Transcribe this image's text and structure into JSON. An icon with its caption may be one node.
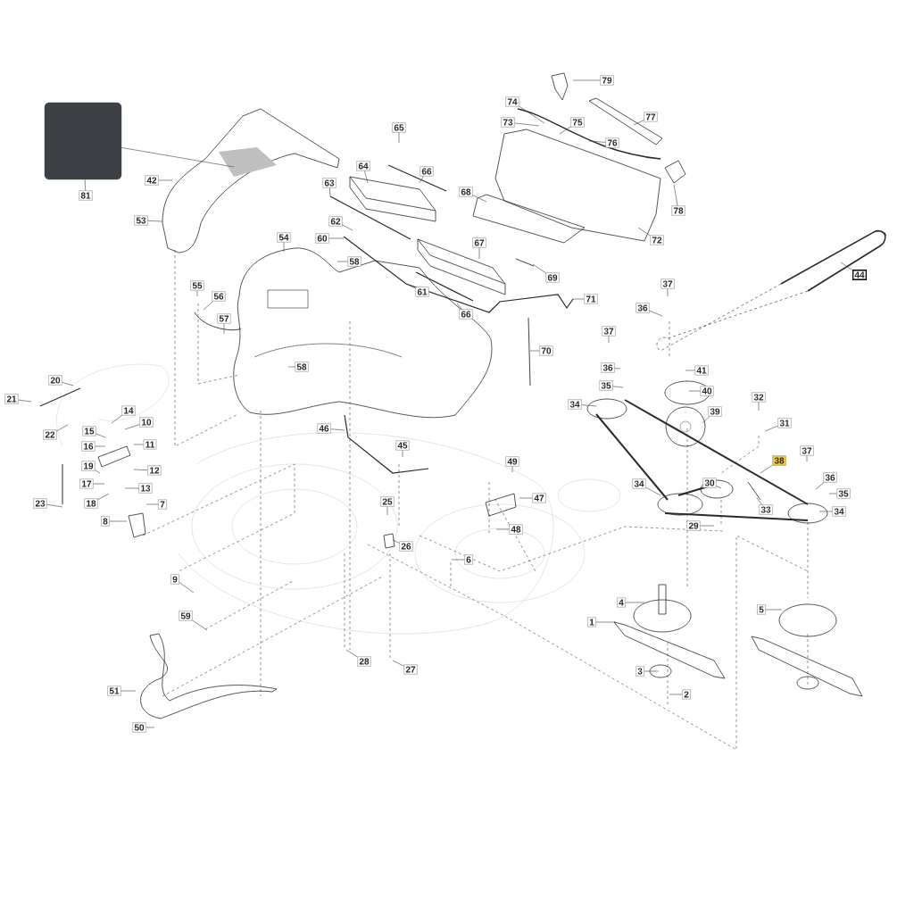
{
  "diagram": {
    "nodes": [
      {
        "text": [],
        "shape": "box"
      },
      {
        "text": [
          "79"
        ]
      },
      {
        "text": [
          "74"
        ]
      },
      {
        "text": [
          "73"
        ]
      },
      {
        "text": [
          "75"
        ]
      },
      {
        "text": [
          "77"
        ]
      },
      {
        "text": [
          "76"
        ]
      },
      {
        "text": [
          "65"
        ]
      },
      {
        "text": [
          "42"
        ]
      },
      {
        "text": [
          "81"
        ]
      },
      {
        "text": [
          "64"
        ]
      },
      {
        "text": [
          "66"
        ]
      },
      {
        "text": [
          "63"
        ]
      },
      {
        "text": [
          "68"
        ]
      },
      {
        "text": [
          "78"
        ]
      },
      {
        "text": [
          "53"
        ]
      },
      {
        "text": [
          "62"
        ]
      },
      {
        "text": [
          "54"
        ]
      },
      {
        "text": [
          "60"
        ]
      },
      {
        "text": [
          "72"
        ]
      },
      {
        "text": [
          "67"
        ]
      },
      {
        "text": [
          "58"
        ]
      },
      {
        "text": [
          "69"
        ]
      },
      {
        "text": [
          "44"
        ]
      },
      {
        "text": [
          "55"
        ]
      },
      {
        "text": [
          "56"
        ]
      },
      {
        "text": [
          "57"
        ]
      },
      {
        "text": [
          "61"
        ]
      },
      {
        "text": [
          "37"
        ]
      },
      {
        "text": [
          "71"
        ]
      },
      {
        "text": [
          "66"
        ]
      },
      {
        "text": [
          "36"
        ]
      },
      {
        "text": [
          "37"
        ]
      },
      {
        "text": [
          "70"
        ]
      },
      {
        "text": [
          "58"
        ]
      },
      {
        "text": [
          "36"
        ]
      },
      {
        "text": [
          "41"
        ]
      },
      {
        "text": [
          "35"
        ]
      },
      {
        "text": [
          "40"
        ]
      },
      {
        "text": [
          "32"
        ]
      },
      {
        "text": [
          "20"
        ]
      },
      {
        "text": [
          "21"
        ]
      },
      {
        "text": [
          "34"
        ]
      },
      {
        "text": [
          "39"
        ]
      },
      {
        "text": [
          "31"
        ]
      },
      {
        "text": [
          "14"
        ]
      },
      {
        "text": [
          "10"
        ]
      },
      {
        "text": [
          "22"
        ]
      },
      {
        "text": [
          "15"
        ]
      },
      {
        "text": [
          "46"
        ]
      },
      {
        "text": [
          "11"
        ]
      },
      {
        "text": [
          "16"
        ]
      },
      {
        "text": [
          "45"
        ]
      },
      {
        "text": [
          "37"
        ]
      },
      {
        "text": [
          "38"
        ]
      },
      {
        "text": [
          "49"
        ]
      },
      {
        "text": [
          "19"
        ]
      },
      {
        "text": [
          "12"
        ]
      },
      {
        "text": [
          "36"
        ]
      },
      {
        "text": [
          "17"
        ]
      },
      {
        "text": [
          "13"
        ]
      },
      {
        "text": [
          "34"
        ]
      },
      {
        "text": [
          "30"
        ]
      },
      {
        "text": [
          "35"
        ]
      },
      {
        "text": [
          "47"
        ]
      },
      {
        "text": [
          "25"
        ]
      },
      {
        "text": [
          "23"
        ]
      },
      {
        "text": [
          "18"
        ]
      },
      {
        "text": [
          "33"
        ]
      },
      {
        "text": [
          "7"
        ]
      },
      {
        "text": [
          "34"
        ]
      },
      {
        "text": [
          "8"
        ]
      },
      {
        "text": [
          "29"
        ]
      },
      {
        "text": [
          "48"
        ]
      },
      {
        "text": [
          "26"
        ]
      },
      {
        "text": [
          "6"
        ]
      },
      {
        "text": [
          "9"
        ]
      },
      {
        "text": [
          "59"
        ]
      },
      {
        "text": [
          "4"
        ]
      },
      {
        "text": [
          "5"
        ]
      },
      {
        "text": [
          "1"
        ]
      },
      {
        "text": [
          "51"
        ]
      },
      {
        "text": [
          "3"
        ]
      },
      {
        "text": [
          "28"
        ]
      },
      {
        "text": [
          "27"
        ]
      },
      {
        "text": [
          "2"
        ]
      },
      {
        "text": [
          "50"
        ]
      }
    ],
    "edges": [
      {
        "from": 0,
        "to": null,
        "arrow": "none"
      },
      {
        "from": 1,
        "to": null,
        "arrow": "none"
      },
      {
        "from": 2,
        "to": null,
        "arrow": "none"
      },
      {
        "from": 3,
        "to": null,
        "arrow": "none"
      },
      {
        "from": 4,
        "to": null,
        "arrow": "none"
      },
      {
        "from": 5,
        "to": null,
        "arrow": "none"
      },
      {
        "from": 6,
        "to": null,
        "arrow": "none"
      },
      {
        "from": 7,
        "to": null,
        "arrow": "none"
      },
      {
        "from": 8,
        "to": null,
        "arrow": "none"
      },
      {
        "from": 9,
        "to": 0,
        "arrow": "none"
      },
      {
        "from": 10,
        "to": null,
        "arrow": "none"
      },
      {
        "from": 11,
        "to": null,
        "arrow": "none"
      },
      {
        "from": 12,
        "to": null,
        "arrow": "none"
      },
      {
        "from": 13,
        "to": null,
        "arrow": "none"
      },
      {
        "from": 14,
        "to": null,
        "arrow": "none"
      },
      {
        "from": 15,
        "to": null,
        "arrow": "none"
      },
      {
        "from": 16,
        "to": null,
        "arrow": "none"
      },
      {
        "from": 17,
        "to": null,
        "arrow": "none"
      },
      {
        "from": 18,
        "to": null,
        "arrow": "none"
      },
      {
        "from": 19,
        "to": null,
        "arrow": "none"
      },
      {
        "from": 20,
        "to": null,
        "arrow": "none"
      },
      {
        "from": 21,
        "to": null,
        "arrow": "none"
      },
      {
        "from": 22,
        "to": null,
        "arrow": "none"
      },
      {
        "from": 23,
        "to": null,
        "arrow": "none"
      },
      {
        "from": 24,
        "to": null,
        "arrow": "none"
      },
      {
        "from": 25,
        "to": null,
        "arrow": "none"
      },
      {
        "from": 26,
        "to": null,
        "arrow": "none"
      },
      {
        "from": 27,
        "to": null,
        "arrow": "none"
      },
      {
        "from": 28,
        "to": null,
        "arrow": "none"
      },
      {
        "from": 29,
        "to": null,
        "arrow": "none"
      },
      {
        "from": 30,
        "to": null,
        "arrow": "none"
      },
      {
        "from": 31,
        "to": null,
        "arrow": "none"
      },
      {
        "from": 32,
        "to": null,
        "arrow": "none"
      },
      {
        "from": 33,
        "to": null,
        "arrow": "none"
      },
      {
        "from": 34,
        "to": null,
        "arrow": "none"
      },
      {
        "from": 35,
        "to": null,
        "arrow": "none"
      },
      {
        "from": 36,
        "to": null,
        "arrow": "none"
      },
      {
        "from": 37,
        "to": null,
        "arrow": "none"
      },
      {
        "from": 38,
        "to": null,
        "arrow": "none"
      },
      {
        "from": 39,
        "to": null,
        "arrow": "none"
      },
      {
        "from": 40,
        "to": null,
        "arrow": "none"
      },
      {
        "from": 41,
        "to": null,
        "arrow": "none"
      },
      {
        "from": 42,
        "to": null,
        "arrow": "none"
      },
      {
        "from": 43,
        "to": null,
        "arrow": "none"
      },
      {
        "from": 44,
        "to": null,
        "arrow": "none"
      },
      {
        "from": 45,
        "to": null,
        "arrow": "none"
      },
      {
        "from": 46,
        "to": null,
        "arrow": "none"
      },
      {
        "from": 47,
        "to": null,
        "arrow": "none"
      },
      {
        "from": 48,
        "to": null,
        "arrow": "none"
      },
      {
        "from": 49,
        "to": null,
        "arrow": "none"
      },
      {
        "from": 50,
        "to": null,
        "arrow": "none"
      },
      {
        "from": 51,
        "to": null,
        "arrow": "none"
      },
      {
        "from": 52,
        "to": null,
        "arrow": "none"
      },
      {
        "from": 53,
        "to": null,
        "arrow": "none"
      },
      {
        "from": 54,
        "to": null,
        "arrow": "none"
      },
      {
        "from": 55,
        "to": null,
        "arrow": "none"
      },
      {
        "from": 56,
        "to": null,
        "arrow": "none"
      },
      {
        "from": 57,
        "to": null,
        "arrow": "none"
      },
      {
        "from": 58,
        "to": null,
        "arrow": "none"
      },
      {
        "from": 59,
        "to": null,
        "arrow": "none"
      },
      {
        "from": 60,
        "to": null,
        "arrow": "none"
      },
      {
        "from": 61,
        "to": null,
        "arrow": "none"
      },
      {
        "from": 62,
        "to": null,
        "arrow": "none"
      },
      {
        "from": 63,
        "to": null,
        "arrow": "none"
      },
      {
        "from": 64,
        "to": null,
        "arrow": "none"
      },
      {
        "from": 65,
        "to": null,
        "arrow": "none"
      },
      {
        "from": 66,
        "to": null,
        "arrow": "none"
      },
      {
        "from": 67,
        "to": null,
        "arrow": "none"
      },
      {
        "from": 68,
        "to": null,
        "arrow": "none"
      },
      {
        "from": 69,
        "to": null,
        "arrow": "none"
      },
      {
        "from": 70,
        "to": null,
        "arrow": "none"
      },
      {
        "from": 71,
        "to": null,
        "arrow": "none"
      },
      {
        "from": 72,
        "to": null,
        "arrow": "none"
      },
      {
        "from": 73,
        "to": null,
        "arrow": "none"
      },
      {
        "from": 74,
        "to": null,
        "arrow": "none"
      },
      {
        "from": 75,
        "to": null,
        "arrow": "none"
      },
      {
        "from": 76,
        "to": null,
        "arrow": "none"
      },
      {
        "from": 77,
        "to": null,
        "arrow": "none"
      },
      {
        "from": 78,
        "to": null,
        "arrow": "none"
      },
      {
        "from": 79,
        "to": null,
        "arrow": "none"
      },
      {
        "from": 80,
        "to": null,
        "arrow": "none"
      },
      {
        "from": 81,
        "to": null,
        "arrow": "none"
      },
      {
        "from": 82,
        "to": null,
        "arrow": "none"
      },
      {
        "from": 83,
        "to": null,
        "arrow": "none"
      },
      {
        "from": 84,
        "to": null,
        "arrow": "none"
      },
      {
        "from": 85,
        "to": null,
        "arrow": "none"
      },
      {
        "from": 86,
        "to": null,
        "arrow": "none"
      }
    ]
  }
}
